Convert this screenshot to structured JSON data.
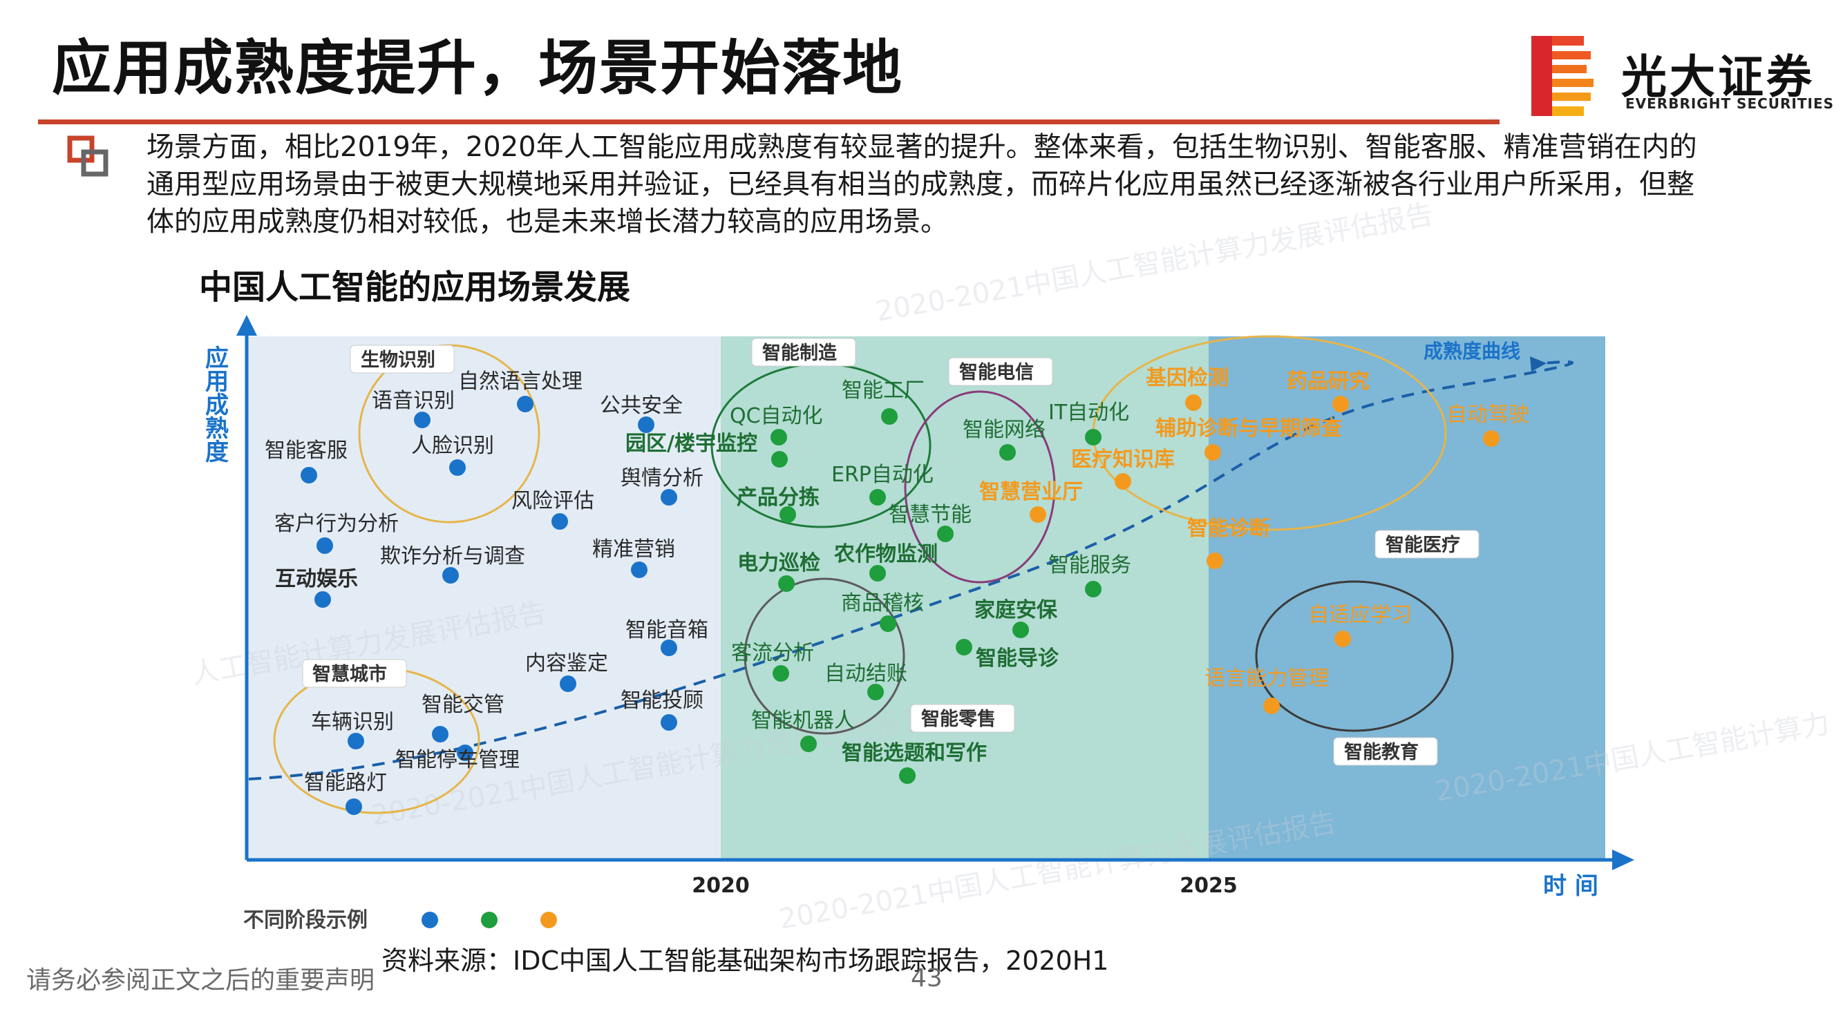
{
  "header": {
    "title": "应用成熟度提升，场景开始落地",
    "logo_cn": "光大证券",
    "logo_en": "EVERBRIGHT SECURITIES"
  },
  "intro": "场景方面，相比2019年，2020年人工智能应用成熟度有较显著的提升。整体来看，包括生物识别、智能客服、精准营销在内的通用型应用场景由于被更大规模地采用并验证，已经具有相当的成熟度，而碎片化应用虽然已经逐渐被各行业用户所采用，但整体的应用成熟度仍相对较低，也是未来增长潜力较高的应用场景。",
  "chart_title": "中国人工智能的应用场景发展",
  "footer": {
    "disclaimer": "请务必参阅正文之后的重要声明",
    "source": "资料来源：IDC中国人工智能基础架构市场跟踪报告，2020H1",
    "page_number": "43"
  },
  "colors": {
    "brand_red": "#c8432b",
    "stage_blue": "#1a73c9",
    "stage_green": "#1e9e3c",
    "stage_orange": "#f39a1e",
    "zone1_bg": "#e3ecf5",
    "zone2_bg": "#b4ddd4",
    "zone3_bg": "#7fb7d6"
  },
  "chart_data": {
    "type": "scatter",
    "ylabel": "应用成熟度",
    "xlabel": "时间",
    "x_ticks": [
      "2020",
      "2025"
    ],
    "curve_label": "成熟度曲线",
    "legend_label": "不同阶段示例",
    "legend_colors": [
      "#1a73c9",
      "#1e9e3c",
      "#f39a1e"
    ],
    "zones": [
      {
        "range": [
          "start",
          "2020"
        ],
        "color": "#e3ecf5"
      },
      {
        "range": [
          "2020",
          "2025"
        ],
        "color": "#b4ddd4"
      },
      {
        "range": [
          "2025",
          "end"
        ],
        "color": "#7fb7d6"
      }
    ],
    "groups": [
      "生物识别",
      "智慧城市",
      "智能制造",
      "智能电信",
      "智能零售",
      "智能医疗",
      "智能教育"
    ],
    "points": [
      {
        "label": "智能客服",
        "stage": 1
      },
      {
        "label": "语音识别",
        "stage": 1
      },
      {
        "label": "自然语言处理",
        "stage": 1
      },
      {
        "label": "人脸识别",
        "stage": 1
      },
      {
        "label": "公共安全",
        "stage": 1
      },
      {
        "label": "风险评估",
        "stage": 1
      },
      {
        "label": "舆情分析",
        "stage": 1
      },
      {
        "label": "客户行为分析",
        "stage": 1
      },
      {
        "label": "欺诈分析与调查",
        "stage": 1
      },
      {
        "label": "精准营销",
        "stage": 1
      },
      {
        "label": "互动娱乐",
        "stage": 1
      },
      {
        "label": "智能音箱",
        "stage": 1
      },
      {
        "label": "内容鉴定",
        "stage": 1
      },
      {
        "label": "智能投顾",
        "stage": 1
      },
      {
        "label": "车辆识别",
        "stage": 1
      },
      {
        "label": "智能交管",
        "stage": 1
      },
      {
        "label": "智能停车管理",
        "stage": 1
      },
      {
        "label": "智能路灯",
        "stage": 1
      },
      {
        "label": "智能工厂",
        "stage": 2
      },
      {
        "label": "QC自动化",
        "stage": 2
      },
      {
        "label": "园区/楼宇监控",
        "stage": 2
      },
      {
        "label": "产品分拣",
        "stage": 2
      },
      {
        "label": "ERP自动化",
        "stage": 2
      },
      {
        "label": "智慧节能",
        "stage": 2
      },
      {
        "label": "电力巡检",
        "stage": 2
      },
      {
        "label": "农作物监测",
        "stage": 2
      },
      {
        "label": "智能网络",
        "stage": 2
      },
      {
        "label": "IT自动化",
        "stage": 2
      },
      {
        "label": "商品稽核",
        "stage": 2
      },
      {
        "label": "家庭安保",
        "stage": 2
      },
      {
        "label": "智能服务",
        "stage": 2
      },
      {
        "label": "客流分析",
        "stage": 2
      },
      {
        "label": "自动结账",
        "stage": 2
      },
      {
        "label": "智能导诊",
        "stage": 2
      },
      {
        "label": "智能机器人",
        "stage": 2
      },
      {
        "label": "智能选题和写作",
        "stage": 2
      },
      {
        "label": "基因检测",
        "stage": 3
      },
      {
        "label": "药品研究",
        "stage": 3
      },
      {
        "label": "辅助诊断与早期筛查",
        "stage": 3
      },
      {
        "label": "医疗知识库",
        "stage": 3
      },
      {
        "label": "智慧营业厅",
        "stage": 3
      },
      {
        "label": "智能诊断",
        "stage": 3
      },
      {
        "label": "自动驾驶",
        "stage": 3
      },
      {
        "label": "自适应学习",
        "stage": 3
      },
      {
        "label": "语言能力管理",
        "stage": 3
      }
    ]
  }
}
